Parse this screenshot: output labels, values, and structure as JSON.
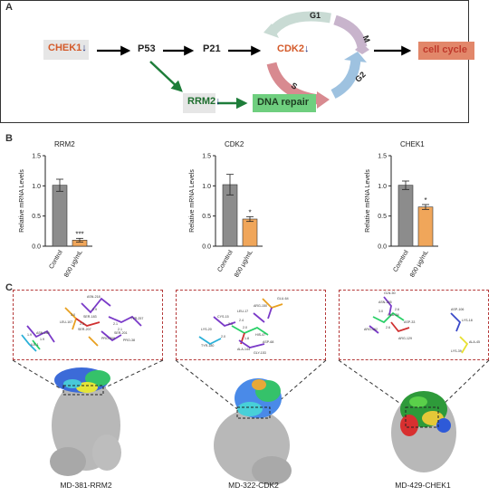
{
  "panel_labels": {
    "a": "A",
    "b": "B",
    "c": "C"
  },
  "pathway": {
    "chek1": "CHEK1",
    "p53": "P53",
    "p21": "P21",
    "cdk2": "CDK2",
    "rrm2": "RRM2",
    "dna_repair": "DNA repair",
    "cell_cycle": "cell cycle",
    "down_arrow": "↓",
    "phases": {
      "g1": "G1",
      "m": "M",
      "g2": "G2",
      "s": "S"
    },
    "colors": {
      "chek1_bg": "#e6e6e6",
      "chek1_text": "#d45a2a",
      "cdk2_text": "#d45a2a",
      "rrm2_bg": "#e6e6e6",
      "rrm2_text": "#1e6e2e",
      "dna_repair_bg": "#6fcf7f",
      "cell_cycle_bg": "#e2876a",
      "cell_cycle_text": "#c0392b",
      "green_arrow": "#1e7d3a"
    }
  },
  "chart_data": [
    {
      "type": "bar",
      "title": "RRM2",
      "ylabel": "Relative mRNA Levels",
      "categories": [
        "Control",
        "800 μg/mL"
      ],
      "values": [
        1.01,
        0.1
      ],
      "errors": [
        0.1,
        0.03
      ],
      "ylim": [
        0,
        1.5
      ],
      "yticks": [
        "0.0",
        "0.5",
        "1.0",
        "1.5"
      ],
      "significance": "***",
      "colors": [
        "#8c8c8c",
        "#f0a65a"
      ]
    },
    {
      "type": "bar",
      "title": "CDK2",
      "ylabel": "Relative mRNA Levels",
      "categories": [
        "Conntrol",
        "800 μg/mL"
      ],
      "values": [
        1.02,
        0.45
      ],
      "errors": [
        0.17,
        0.04
      ],
      "ylim": [
        0,
        1.5
      ],
      "yticks": [
        "0.0",
        "0.5",
        "1.0",
        "1.5"
      ],
      "significance": "*",
      "colors": [
        "#8c8c8c",
        "#f0a65a"
      ]
    },
    {
      "type": "bar",
      "title": "CHEK1",
      "ylabel": "Relative mRNA Levels",
      "categories": [
        "Conntrol",
        "800 μg/mL"
      ],
      "values": [
        1.01,
        0.65
      ],
      "errors": [
        0.07,
        0.04
      ],
      "ylim": [
        0,
        1.5
      ],
      "yticks": [
        "0.0",
        "0.5",
        "1.0",
        "1.5"
      ],
      "significance": "*",
      "colors": [
        "#8c8c8c",
        "#f0a65a"
      ]
    }
  ],
  "docking": {
    "captions": [
      "MD-381-RRM2",
      "MD-322-CDK2",
      "MD-429-CHEK1"
    ],
    "residues_rrm2": [
      "ASN-218",
      "SER-183",
      "LEU-107",
      "SER-207",
      "TYR-257",
      "ASN-289",
      "SER-201",
      "PRO-38",
      "PRO-209",
      "ILE-1"
    ],
    "distances_rrm2": [
      "2.9",
      "2.1",
      "3.0",
      "2.3",
      "2.1",
      "1.9",
      "1.9"
    ],
    "residues_cdk2": [
      "GLU-64",
      "ARG-150",
      "LEU-17",
      "CYS-15",
      "LYS-20",
      "HIS-47",
      "ASP-68",
      "ALA-144",
      "GLY-153",
      "TYR-180"
    ],
    "distances_cdk2": [
      "2.1",
      "2.4",
      "2.0",
      "2.0",
      "1.8"
    ],
    "residues_chek1": [
      "GLN-50",
      "ASN-165",
      "ASP-106",
      "LYS-18",
      "GLU-34",
      "ASP-33",
      "ARG-162",
      "ARG-129",
      "ALA-45",
      "LYS-39"
    ],
    "distances_chek1": [
      "3.0",
      "2.6",
      "2.6"
    ],
    "border_color": "#b53a3a"
  }
}
